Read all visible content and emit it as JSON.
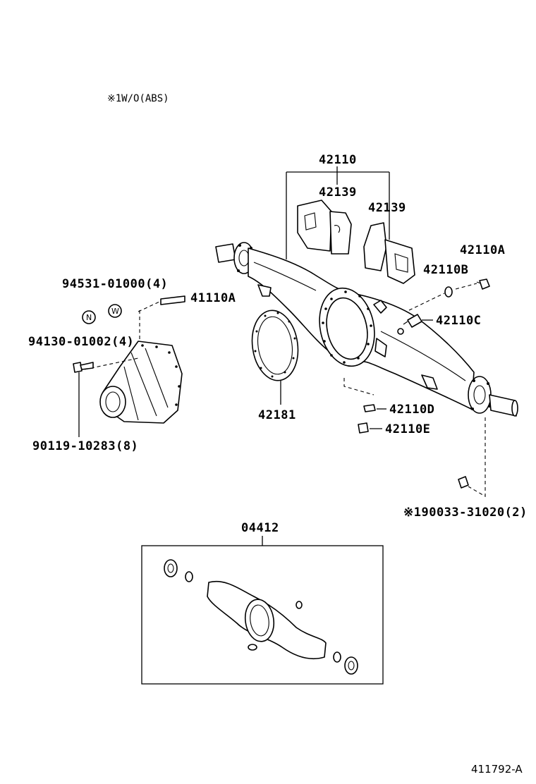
{
  "note": "※1W/O(ABS)",
  "figure_ref": "411792-A",
  "callouts": {
    "p42110": "42110",
    "p42139_left": "42139",
    "p42139_right": "42139",
    "p42110A_top": "42110A",
    "p42110B": "42110B",
    "p42110C": "42110C",
    "p42110D": "42110D",
    "p42110E": "42110E",
    "p42181": "42181",
    "p94531": "94531-01000(4)",
    "p41110A": "41110A",
    "p94130": "94130-01002(4)",
    "p90119": "90119-10283(8)",
    "p190033": "※190033-31020(2)",
    "p04412": "04412"
  },
  "symbols": {
    "n_mark": "N",
    "w_mark": "W"
  }
}
